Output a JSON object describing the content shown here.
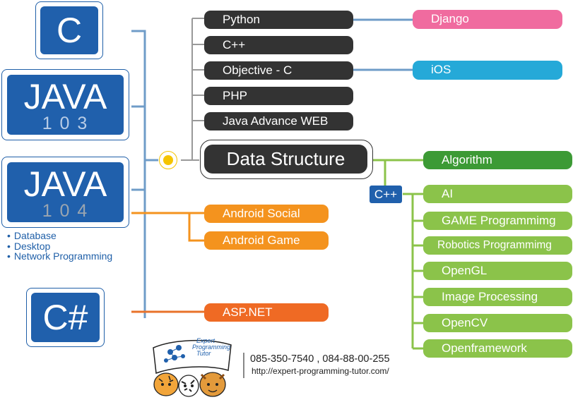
{
  "left": {
    "c_label": "C",
    "java103": {
      "title": "JAVA",
      "number": "1 0 3"
    },
    "java104": {
      "title": "JAVA",
      "number": "1 0 4"
    },
    "java104_topics": [
      "Database",
      "Desktop",
      "Network Programming"
    ],
    "csharp_label": "C#"
  },
  "branches_top": [
    "Python",
    "C++",
    "Objective - C",
    "PHP",
    "Java Advance WEB"
  ],
  "top_targets": {
    "django": "Django",
    "ios": "iOS"
  },
  "center": {
    "label": "Data Structure"
  },
  "algorithm": "Algorithm",
  "cpp_tag": "C++",
  "cpp_topics": [
    "AI",
    "GAME Programmimg",
    "Robotics Programmimg",
    "OpenGL",
    "Image Processing",
    "OpenCV",
    "Openframework"
  ],
  "android": [
    "Android Social",
    "Android Game"
  ],
  "aspnet": "ASP.NET",
  "footer": {
    "logo_text": [
      "Expert",
      "Programming",
      "Tutor"
    ],
    "phones": "085-350-7540 , 084-88-00-255",
    "url": "http://expert-programming-tutor.com/"
  },
  "colors": {
    "blue": "#2060ac",
    "dark": "#333333",
    "orange": "#f4931e",
    "light_green": "#8bc34a",
    "dark_green": "#3c9a35",
    "pink": "#f06b9f",
    "cyan": "#25a9d8",
    "node_yellow": "#f5c400"
  }
}
